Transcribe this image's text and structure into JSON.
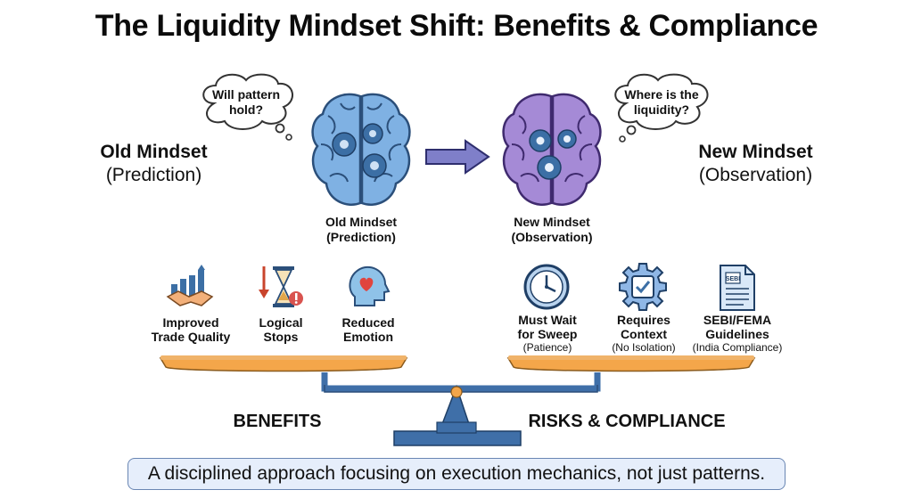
{
  "title": "The Liquidity Mindset Shift: Benefits & Compliance",
  "old_mindset": {
    "label": "Old Mindset",
    "sublabel": "(Prediction)",
    "thought": [
      "Will pattern",
      "hold?"
    ],
    "brain_caption": [
      "Old Mindset",
      "(Prediction)"
    ]
  },
  "new_mindset": {
    "label": "New Mindset",
    "sublabel": "(Observation)",
    "thought": [
      "Where is the",
      "liquidity?"
    ],
    "brain_caption": [
      "New Mindset",
      "(Observation)"
    ]
  },
  "benefits": {
    "label": "BENEFITS",
    "items": [
      {
        "icon": "handshake-chart-icon",
        "lines": [
          "Improved",
          "Trade Quality"
        ]
      },
      {
        "icon": "hourglass-arrow-icon",
        "lines": [
          "Logical",
          "Stops"
        ]
      },
      {
        "icon": "head-heart-icon",
        "lines": [
          "Reduced",
          "Emotion"
        ]
      }
    ]
  },
  "risks": {
    "label": "RISKS & COMPLIANCE",
    "items": [
      {
        "icon": "clock-icon",
        "lines": [
          "Must Wait",
          "for Sweep"
        ],
        "sub": "(Patience)"
      },
      {
        "icon": "gear-check-icon",
        "lines": [
          "Requires",
          "Context"
        ],
        "sub": "(No Isolation)"
      },
      {
        "icon": "document-sebi-icon",
        "lines": [
          "SEBI/FEMA",
          "Guidelines"
        ],
        "sub": "(India Compliance)"
      }
    ],
    "document_badge": "SEBI"
  },
  "footer": "A disciplined approach focusing on execution mechanics, not just patterns.",
  "colors": {
    "old_brain": "#5b9bd5",
    "new_brain": "#8e6cc2",
    "arrow": "#7f7fc9",
    "scale_pans": "#f4a64a",
    "scale_base": "#3f6fa8",
    "banner_bg": "#e6eefb"
  }
}
